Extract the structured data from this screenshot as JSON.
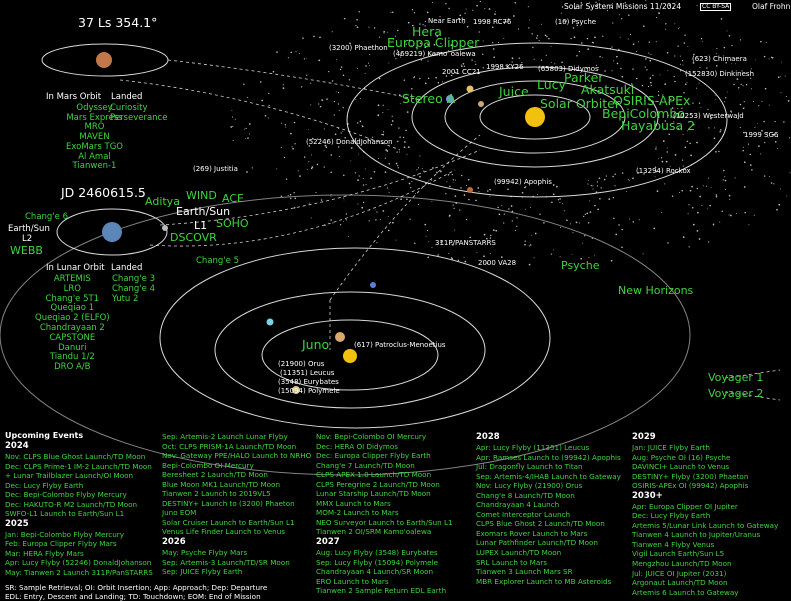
{
  "header": {
    "title": "Solar System Missions 11/2024",
    "license": "CC BY-SA",
    "author": "Olaf Frohn"
  },
  "mars": {
    "date": "37 Ls 354.1°",
    "in_orbit_label": "In Mars Orbit",
    "landed_label": "Landed",
    "orbiters": [
      "Odyssey",
      "Mars Express",
      "MRO",
      "MAVEN",
      "ExoMars TGO",
      "Al Amal",
      "Tianwen-1"
    ],
    "landers": [
      "Curiosity",
      "Perseverance"
    ]
  },
  "earth": {
    "date": "JD 2460615.5",
    "earth_sun_left": "Earth/Sun",
    "l2": "L2",
    "webb": "WEBB",
    "change6": "Chang'e 6",
    "earth_sun_right": "Earth/Sun",
    "l1": "L1",
    "aditya": "Aditya",
    "wind": "WIND",
    "ace": "ACE",
    "soho": "SOHO",
    "dscovr": "DSCOVR",
    "change5": "Chang'e 5"
  },
  "moon": {
    "in_orbit_label": "In Lunar Orbit",
    "landed_label": "Landed",
    "orbiters": [
      "ARTEMIS",
      "LRO",
      "Chang'e 5T1",
      "Queqiao 1",
      "Queqiao 2 (ELFO)",
      "Chandrayaan 2",
      "CAPSTONE",
      "Danuri",
      "Tiandu 1/2",
      "DRO A/B"
    ],
    "landers": [
      "Chang'e 3",
      "Chang'e 4",
      "Yutu 2"
    ]
  },
  "inner_system": {
    "near_earth": "Near Earth",
    "hera": "Hera",
    "europa_clipper": "Europa Clipper",
    "kamooalewa": "(469219) Kamo`oalewa",
    "phaethon": "(3200) Phaethon",
    "rc76": "1998 RC76",
    "psyche_ast": "(16) Psyche",
    "chimaera": "(623) Chimaera",
    "dinkinesh": "(152830) Dinkinesh",
    "cc21": "2001 CC21",
    "ky26": "1998 KY26",
    "didymos": "(65803) Didymos",
    "stereo": "Stereo A",
    "juice": "Juice",
    "lucy": "Lucy",
    "parker": "Parker",
    "akatsuki": "Akatsuki",
    "solar_orbiter": "Solar Orbiter",
    "osiris": "OSIRIS-APEx",
    "bepicolombo": "BepiColombo",
    "hayabusa": "Hayabusa 2",
    "westerwald": "(10253) Westerwald",
    "sg6": "1999 SG6",
    "donald": "(52246) DonaldJohanson",
    "justitia": "(269) Justitia",
    "apophis": "(99942) Apophis",
    "rockox": "(13294) Rockox",
    "panstarrs": "311P/PANSTARRS",
    "va28": "2000 VA28",
    "psyche": "Psyche",
    "new_horizons": "New Horizons"
  },
  "outer_system": {
    "juno": "Juno",
    "patroclus": "(617) Patroclus-Menoetius",
    "orus": "(21900) Orus",
    "leucus": "(11351) Leucus",
    "eurybates": "(3548) Eurybates",
    "polymele": "(15094) Polymele",
    "voyager1": "Voyager 1",
    "voyager2": "Voyager 2"
  },
  "events": {
    "title": "Upcoming Events",
    "col1": [
      {
        "t": "2024",
        "k": "hd"
      },
      {
        "t": "Nov: CLPS Blue Ghost Launch/TD Moon",
        "k": "g"
      },
      {
        "t": "Dec: CLPS Prime-1 IM-2 Launch/TD Moon",
        "k": "g"
      },
      {
        "t": "       + Lunar Trailblazer Launch/OI Moon",
        "k": "g"
      },
      {
        "t": "Dec: Lucy Flyby Earth",
        "k": "g"
      },
      {
        "t": "Dec: Bepi-Colombo Flyby Mercury",
        "k": "g"
      },
      {
        "t": "Dec: HAKUTO-R M2 Launch/TD Moon",
        "k": "g"
      },
      {
        "t": "SWFO-L1 Launch to Earth/Sun L1",
        "k": "g"
      },
      {
        "t": "2025",
        "k": "hd"
      },
      {
        "t": "Jan: Bepi-Colombo Flyby Mercury",
        "k": "g"
      },
      {
        "t": "Feb: Europa Clipper Flyby Mars",
        "k": "g"
      },
      {
        "t": "Mar: HERA Flyby Mars",
        "k": "g"
      },
      {
        "t": "Apr: Lucy Flyby (52246) DonaldJohanson",
        "k": "g"
      },
      {
        "t": "May: Tianwen 2 Launch 311P/PanSTARRS",
        "k": "g"
      }
    ],
    "col2": [
      {
        "t": "Sep: Artemis-2 Launch Lunar Flyby",
        "k": "g"
      },
      {
        "t": "Oct: CLPS PRISM-1A Launch/TD Moon",
        "k": "g"
      },
      {
        "t": "Nov: Gateway PPE/HALO Launch to NRHO",
        "k": "g"
      },
      {
        "t": "Bepi-Colombo OI Mercury",
        "k": "g"
      },
      {
        "t": "Beresheet 2 Launch/TD Moon",
        "k": "g"
      },
      {
        "t": "Blue Moon MK1 Launch/TD Moon",
        "k": "g"
      },
      {
        "t": "Tianwen 2 Launch to 2019VL5",
        "k": "g"
      },
      {
        "t": "DESTINY+ Launch to (3200) Phaeton",
        "k": "g"
      },
      {
        "t": "Juno EOM",
        "k": "g"
      },
      {
        "t": "Solar Cruiser Launch to Earth/Sun L1",
        "k": "g"
      },
      {
        "t": "Venus Life Finder Launch to Venus",
        "k": "g"
      },
      {
        "t": "2026",
        "k": "hd"
      },
      {
        "t": "May: Psyche Flyby Mars",
        "k": "g"
      },
      {
        "t": "Sep: Artemis-3 Launch/TD/SR Moon",
        "k": "g"
      },
      {
        "t": "Sep: JUICE Flyby Earth",
        "k": "g"
      }
    ],
    "col3": [
      {
        "t": "Nov: Bepi-Colombo OI Mercury",
        "k": "g"
      },
      {
        "t": "Dec: HERA OI Didymos",
        "k": "g"
      },
      {
        "t": "Dec: Europa Clipper Flyby Earth",
        "k": "g"
      },
      {
        "t": "Chang'e 7 Launch/TD Moon",
        "k": "g"
      },
      {
        "t": "CLPS APEX 1.0 Launch/TD Moon",
        "k": "g"
      },
      {
        "t": "CLPS Peregrine 2 Launch/TD Moon",
        "k": "g"
      },
      {
        "t": "Lunar Starship Launch/TD Moon",
        "k": "g"
      },
      {
        "t": "MMX Launch to Mars",
        "k": "g"
      },
      {
        "t": "MOM-2 Launch to Mars",
        "k": "g"
      },
      {
        "t": "NEO Surveyor Launch to Earth/Sun L1",
        "k": "g"
      },
      {
        "t": "Tianwen 2 OI/SRM Kamo'oalewa",
        "k": "g"
      },
      {
        "t": "2027",
        "k": "hd"
      },
      {
        "t": "Aug: Lucy Flyby (3548) Eurybates",
        "k": "g"
      },
      {
        "t": "Sep: Lucy Flyby (15094) Polymele",
        "k": "g"
      },
      {
        "t": "Chandrayaan 4 Launch/SR Moon",
        "k": "g"
      },
      {
        "t": "ERO Launch to Mars",
        "k": "g"
      },
      {
        "t": "Tianwen 2 Sample Return EDL Earth",
        "k": "g"
      }
    ],
    "col4": [
      {
        "t": "2028",
        "k": "hd"
      },
      {
        "t": "Apr: Lucy Flyby (11351) Leucus",
        "k": "g"
      },
      {
        "t": "Apr: Ramses Launch to (99942) Apophis",
        "k": "g"
      },
      {
        "t": "Jul: Dragonfly Launch to Titan",
        "k": "g"
      },
      {
        "t": "Sep: Artemis-4/IHAB Launch to Gateway",
        "k": "g"
      },
      {
        "t": "Nov: Lucy Flyby (21900) Orus",
        "k": "g"
      },
      {
        "t": "Chang'e 8 Launch/TD Moon",
        "k": "g"
      },
      {
        "t": "Chandrayaan 4 Launch",
        "k": "g"
      },
      {
        "t": "Comet Interceptor Launch",
        "k": "g"
      },
      {
        "t": "CLPS Blue Ghost 2 Launch/TD Moon",
        "k": "g"
      },
      {
        "t": "Exomars Rover Launch to Mars",
        "k": "g"
      },
      {
        "t": "Lunar Pathfinder Launch/TD Moon",
        "k": "g"
      },
      {
        "t": "LUPEX Launch/TD Moon",
        "k": "g"
      },
      {
        "t": "SRL Launch to Mars",
        "k": "g"
      },
      {
        "t": "Tianwen 3 Launch Mars SR",
        "k": "g"
      },
      {
        "t": "MBR Explorer Launch to MB Asteroids",
        "k": "g"
      }
    ],
    "col5": [
      {
        "t": "2029",
        "k": "hd"
      },
      {
        "t": "Jan: JUICE Flyby Earth",
        "k": "g"
      },
      {
        "t": "Aug: Psyche  OI (16) Psyche",
        "k": "g"
      },
      {
        "t": "DAVINCI+ Launch to Venus",
        "k": "g"
      },
      {
        "t": "DESTINY+ Flyby (3200) Phaeton",
        "k": "g"
      },
      {
        "t": "OSIRIS-APEx OI (99942) Apophis",
        "k": "g"
      },
      {
        "t": "2030+",
        "k": "hd"
      },
      {
        "t": "Apr: Europa Clipper OI Jupiter",
        "k": "g"
      },
      {
        "t": "Dec: Lucy Flyby Earth",
        "k": "g"
      },
      {
        "t": "Artemis 5/Lunar Link Launch to Gateway",
        "k": "g"
      },
      {
        "t": "Tianwen 4 Launch to Jupiter/Uranus",
        "k": "g"
      },
      {
        "t": "Tianwen 4 Flyby Venus",
        "k": "g"
      },
      {
        "t": "Vigil Launch Earth/Sun L5",
        "k": "g"
      },
      {
        "t": "Mengzhou Launch/TD Moon",
        "k": "g"
      },
      {
        "t": "Jul: JUICE OI Jupiter (2031)",
        "k": "g"
      },
      {
        "t": "Argonaut Launch/TD Moon",
        "k": "g"
      },
      {
        "t": "Artemis 6 Launch to Gateway",
        "k": "g"
      }
    ],
    "legend1": "SR: Sample Retrieval; OI: Orbit Insertion; App: Approach; Dep: Departure",
    "legend2": "EDL: Entry, Descent and Landing; TD: Touchdown; EOM: End of Mission"
  },
  "colors": {
    "mission_green": "#3fd43f",
    "background": "#000000",
    "orbit_line": "#ffffff",
    "sun": "#f2c10f"
  }
}
